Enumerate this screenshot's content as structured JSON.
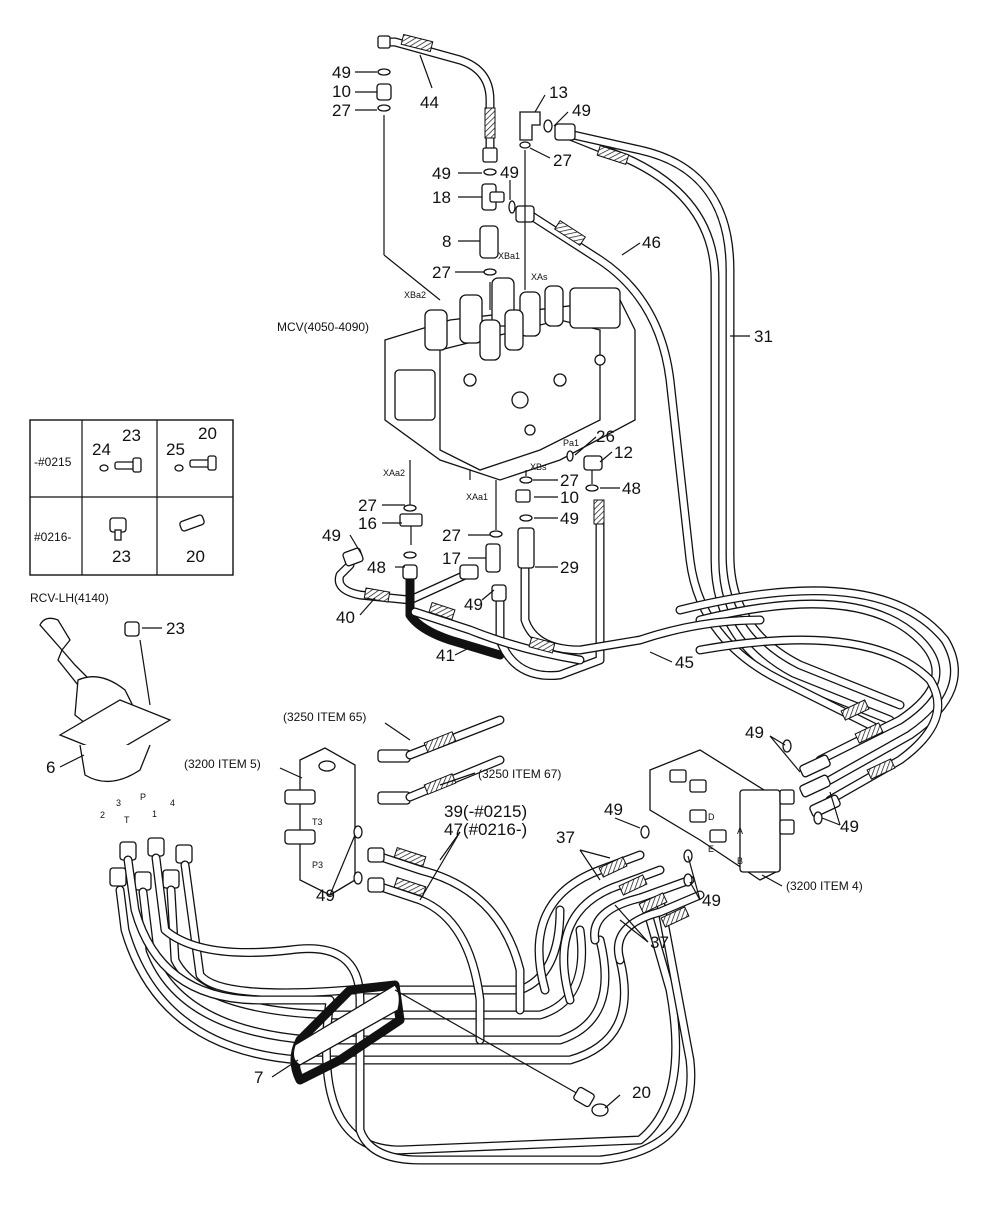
{
  "part_numbers": [
    "49",
    "10",
    "27",
    "44",
    "13",
    "49",
    "27",
    "49",
    "49",
    "18",
    "8",
    "46",
    "27",
    "31",
    "26",
    "12",
    "27",
    "48",
    "10",
    "49",
    "27",
    "16",
    "49",
    "48",
    "27",
    "17",
    "29",
    "49",
    "40",
    "41",
    "45",
    "23",
    "6",
    "37",
    "49",
    "49",
    "49",
    "39(-#0215)",
    "47(#0216-)",
    "49",
    "37",
    "7",
    "20"
  ],
  "callouts": {
    "c49a": "49",
    "c10a": "10",
    "c27a": "27",
    "c44": "44",
    "c13": "13",
    "c49b": "49",
    "c27b": "27",
    "c49c": "49",
    "c49d": "49",
    "c18": "18",
    "c8": "8",
    "c46": "46",
    "c27c": "27",
    "c31": "31",
    "c26": "26",
    "c12": "12",
    "c27d": "27",
    "c48a": "48",
    "c10b": "10",
    "c49e": "49",
    "c27e": "27",
    "c16": "16",
    "c49f": "49",
    "c48b": "48",
    "c27f": "27",
    "c17": "17",
    "c29": "29",
    "c49g": "49",
    "c40": "40",
    "c41": "41",
    "c45": "45",
    "c23": "23",
    "c6": "6",
    "c37a": "37",
    "c49h": "49",
    "c49i": "49",
    "c49j": "49",
    "c49k": "49",
    "c39": "39(-#0215)",
    "c47": "47(#0216-)",
    "c49l": "49",
    "c37b": "37",
    "c7": "7",
    "c20": "20"
  },
  "labels": {
    "mcv": "MCV(4050-4090)",
    "rcv": "RCV-LH(4140)",
    "item65": "(3250 ITEM 65)",
    "item67": "(3250 ITEM 67)",
    "item5": "(3200 ITEM 5)",
    "item4": "(3200 ITEM 4)"
  },
  "ports": {
    "xba2": "XBa2",
    "xba1": "XBa1",
    "xas": "XAs",
    "xaa2": "XAa2",
    "xaa1": "XAa1",
    "xbs": "XBs",
    "pa1": "Pa1",
    "t3": "T3",
    "p3": "P3",
    "a": "A",
    "b": "B",
    "d": "D",
    "e": "E",
    "rcv_2": "2",
    "rcv_t": "T",
    "rcv_p": "P",
    "rcv_1": "1",
    "rcv_3": "3",
    "rcv_4": "4"
  },
  "inset_table": {
    "rows": [
      {
        "serial": "-#0215",
        "parts": [
          "24",
          "23",
          "25",
          "20"
        ]
      },
      {
        "serial": "#0216-",
        "parts": [
          "23",
          "20"
        ]
      }
    ]
  }
}
